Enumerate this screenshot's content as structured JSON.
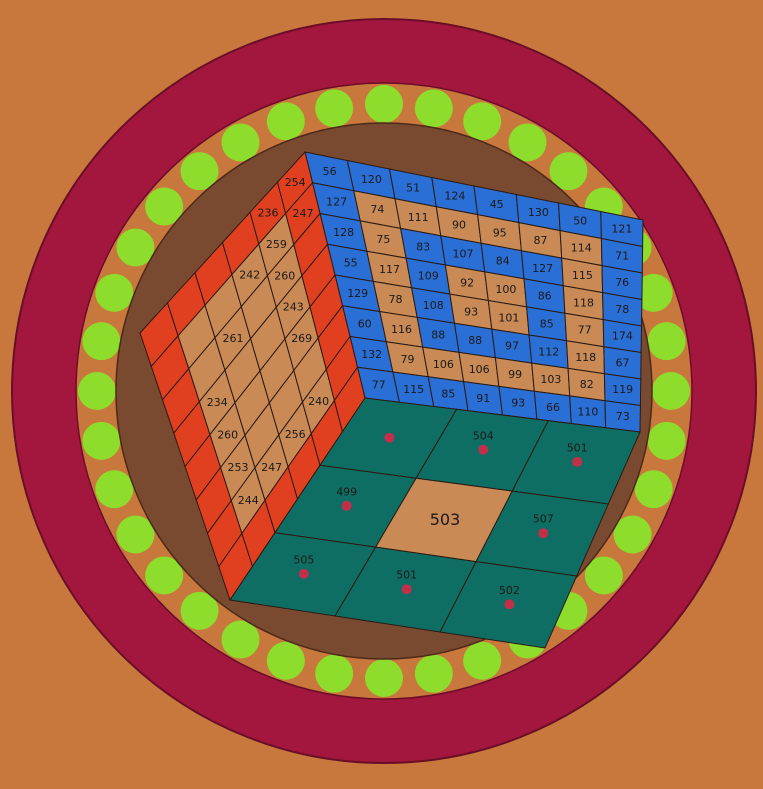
{
  "colors": {
    "background": "#c8773d",
    "outer_ring": "#a3163e",
    "middle_ring": "#c8773d",
    "inner_disc": "#7a4a30",
    "dots": "#8edc2c",
    "face_red": "#e0401f",
    "face_blue": "#2a6fd6",
    "face_tan": "#c98a55",
    "face_teal": "#0f6e64",
    "dot_red": "#c0304a"
  },
  "dot_count": 36,
  "top_face": {
    "rows": [
      [
        "56",
        "120",
        "51",
        "124",
        "45",
        "130",
        "50",
        "121"
      ],
      [
        "127",
        "74",
        "111",
        "90",
        "95",
        "87",
        "114",
        "71"
      ],
      [
        "128",
        "75",
        "83",
        "107",
        "84",
        "127",
        "115",
        "76"
      ],
      [
        "55",
        "117",
        "109",
        "92",
        "100",
        "86",
        "118",
        "78"
      ],
      [
        "129",
        "78",
        "108",
        "93",
        "101",
        "85",
        "77",
        "174"
      ],
      [
        "60",
        "116",
        "88",
        "88",
        "97",
        "112",
        "118",
        "67"
      ],
      [
        "132",
        "79",
        "106",
        "106",
        "99",
        "103",
        "82",
        "119"
      ],
      [
        "77",
        "115",
        "85",
        "91",
        "93",
        "66",
        "110",
        "73"
      ]
    ],
    "tan_cells": [
      [
        1,
        1
      ],
      [
        1,
        2
      ],
      [
        1,
        3
      ],
      [
        1,
        4
      ],
      [
        1,
        5
      ],
      [
        1,
        6
      ],
      [
        2,
        1
      ],
      [
        2,
        6
      ],
      [
        3,
        1
      ],
      [
        3,
        3
      ],
      [
        3,
        4
      ],
      [
        3,
        6
      ],
      [
        4,
        1
      ],
      [
        4,
        3
      ],
      [
        4,
        4
      ],
      [
        4,
        6
      ],
      [
        5,
        1
      ],
      [
        5,
        6
      ],
      [
        6,
        1
      ],
      [
        6,
        2
      ],
      [
        6,
        3
      ],
      [
        6,
        4
      ],
      [
        6,
        5
      ],
      [
        6,
        6
      ]
    ]
  },
  "left_face": {
    "rows": [
      [
        "",
        "",
        "",
        "",
        "236",
        "254"
      ],
      [
        "",
        "",
        "",
        "242",
        "259",
        "247"
      ],
      [
        "",
        "",
        "261",
        "",
        "260",
        ""
      ],
      [
        "",
        "234",
        "",
        "",
        "243",
        ""
      ],
      [
        "",
        "260",
        "",
        "",
        "269",
        ""
      ],
      [
        "",
        "253",
        "",
        "",
        "",
        ""
      ],
      [
        "",
        "244",
        "247",
        "256",
        "240",
        ""
      ],
      [
        "",
        "",
        "",
        "",
        "",
        ""
      ]
    ],
    "tan_cells": [
      [
        1,
        1
      ],
      [
        1,
        2
      ],
      [
        1,
        3
      ],
      [
        1,
        4
      ],
      [
        2,
        1
      ],
      [
        2,
        2
      ],
      [
        2,
        3
      ],
      [
        2,
        4
      ],
      [
        3,
        1
      ],
      [
        3,
        2
      ],
      [
        3,
        3
      ],
      [
        3,
        4
      ],
      [
        4,
        1
      ],
      [
        4,
        2
      ],
      [
        4,
        3
      ],
      [
        4,
        4
      ],
      [
        5,
        1
      ],
      [
        5,
        2
      ],
      [
        5,
        3
      ],
      [
        5,
        4
      ],
      [
        6,
        1
      ],
      [
        6,
        2
      ],
      [
        6,
        3
      ],
      [
        6,
        4
      ]
    ]
  },
  "front_face": {
    "rows": [
      [
        "",
        "504",
        "501"
      ],
      [
        "499",
        "503",
        "507"
      ],
      [
        "505",
        "501",
        "502"
      ]
    ],
    "center_label": "503"
  }
}
